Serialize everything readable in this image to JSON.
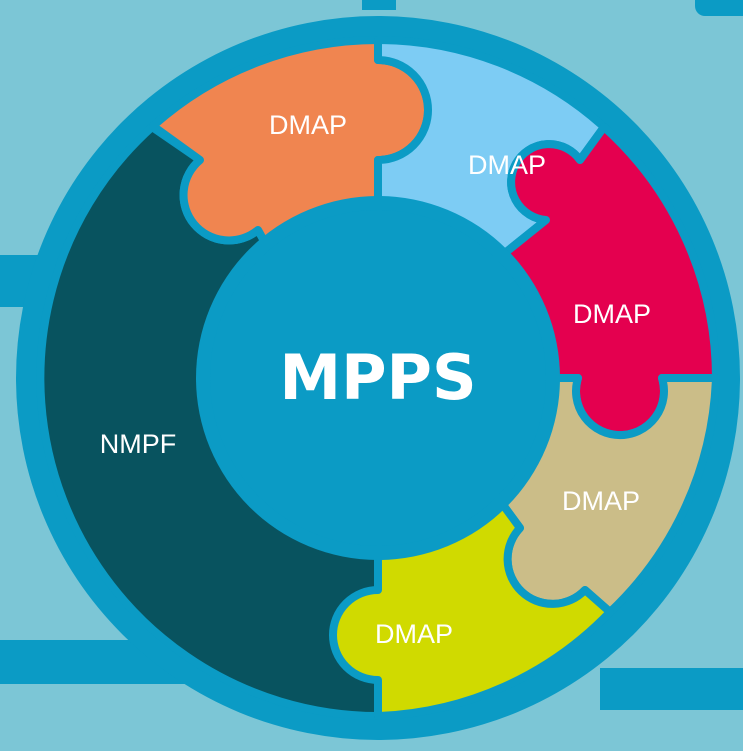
{
  "hub": {
    "label": "MPPS"
  },
  "segments": [
    {
      "label": "NMPF",
      "color": "#08535f"
    },
    {
      "label": "DMAP",
      "color": "#f08550"
    },
    {
      "label": "DMAP",
      "color": "#7dccf4"
    },
    {
      "label": "DMAP",
      "color": "#e4004f"
    },
    {
      "label": "DMAP",
      "color": "#cbbd88"
    },
    {
      "label": "DMAP",
      "color": "#d0da00"
    }
  ],
  "colors": {
    "background": "#7cc6d6",
    "ring": "#0b9bc5",
    "hub": "#0b9bc5"
  }
}
